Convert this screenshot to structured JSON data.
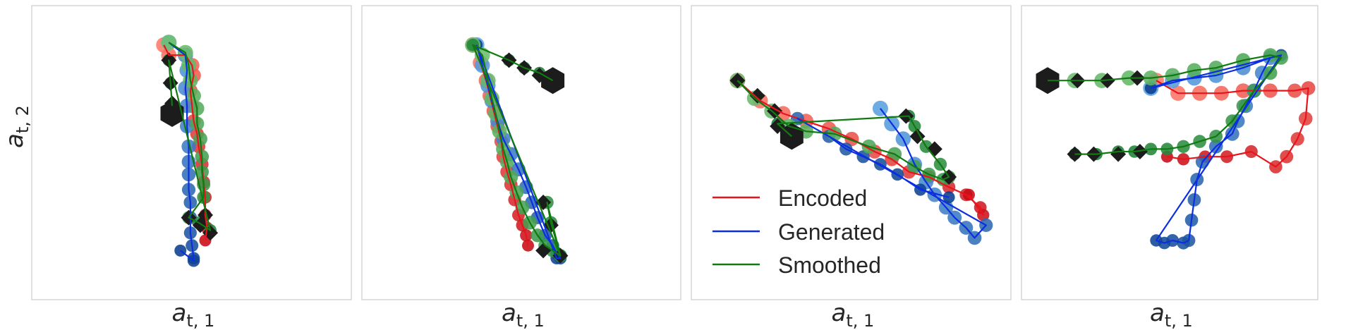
{
  "colors": {
    "Encoded": "#e8141c",
    "Generated": "#0b2fe0",
    "Smoothed": "#107a10",
    "encoded_dark": "#c80a14",
    "encoded_light": "#ff7a6a",
    "generated_dark": "#0a3d8f",
    "generated_light": "#5aa0e0",
    "smoothed_dark": "#127a2e",
    "smoothed_light": "#70c070",
    "marker": "#1c1c1c"
  },
  "axes": {
    "xlabel_main": "a",
    "xlabel_sub": "t, 1",
    "ylabel_main": "a",
    "ylabel_sub": "t, 2"
  },
  "legend": {
    "entries": [
      "Encoded",
      "Generated",
      "Smoothed"
    ],
    "panel": 3,
    "placement": "lower-left"
  },
  "chart_data": [
    {
      "type": "line",
      "panel": 1,
      "xlim": [
        0,
        1
      ],
      "ylim": [
        0,
        1
      ],
      "grid": false,
      "series": [
        {
          "name": "Encoded",
          "x": [
            0.35,
            0.38,
            0.48,
            0.52,
            0.53,
            0.51,
            0.52,
            0.53,
            0.55,
            0.56,
            0.58,
            0.59,
            0.6,
            0.6,
            0.61,
            0.6
          ],
          "y": [
            0.92,
            0.88,
            0.88,
            0.84,
            0.8,
            0.74,
            0.68,
            0.62,
            0.57,
            0.52,
            0.45,
            0.38,
            0.32,
            0.25,
            0.2,
            0.15
          ]
        },
        {
          "name": "Generated",
          "x": [
            0.38,
            0.48,
            0.49,
            0.48,
            0.49,
            0.49,
            0.5,
            0.5,
            0.5,
            0.5,
            0.51,
            0.51,
            0.51,
            0.52,
            0.53,
            0.53,
            0.45
          ],
          "y": [
            0.93,
            0.88,
            0.82,
            0.75,
            0.68,
            0.6,
            0.52,
            0.46,
            0.41,
            0.35,
            0.3,
            0.24,
            0.18,
            0.13,
            0.08,
            0.07,
            0.11
          ]
        },
        {
          "name": "Smoothed",
          "x": [
            0.38,
            0.48,
            0.5,
            0.51,
            0.53,
            0.55,
            0.55,
            0.57,
            0.58,
            0.58,
            0.59,
            0.59,
            0.5,
            0.56,
            0.63,
            0.38,
            0.39,
            0.4
          ],
          "y": [
            0.93,
            0.89,
            0.84,
            0.78,
            0.72,
            0.67,
            0.61,
            0.55,
            0.48,
            0.42,
            0.37,
            0.32,
            0.24,
            0.22,
            0.19,
            0.86,
            0.77,
            0.68
          ]
        }
      ],
      "markers": [
        {
          "x": 0.38,
          "y": 0.86
        },
        {
          "x": 0.39,
          "y": 0.77
        },
        {
          "x": 0.4,
          "y": 0.69
        },
        {
          "x": 0.5,
          "y": 0.24
        },
        {
          "x": 0.57,
          "y": 0.21
        },
        {
          "x": 0.6,
          "y": 0.25
        },
        {
          "x": 0.63,
          "y": 0.18
        }
      ],
      "end_marker": {
        "x": 0.4,
        "y": 0.65
      }
    },
    {
      "type": "line",
      "panel": 2,
      "xlim": [
        0,
        1
      ],
      "ylim": [
        0,
        1
      ],
      "grid": false,
      "series": [
        {
          "name": "Encoded",
          "x": [
            0.26,
            0.3,
            0.33,
            0.35,
            0.37,
            0.39,
            0.41,
            0.42,
            0.44,
            0.46,
            0.48,
            0.5,
            0.52,
            0.54,
            0.55
          ],
          "y": [
            0.92,
            0.85,
            0.78,
            0.72,
            0.66,
            0.6,
            0.54,
            0.48,
            0.42,
            0.37,
            0.31,
            0.25,
            0.21,
            0.17,
            0.13
          ]
        },
        {
          "name": "Generated",
          "x": [
            0.28,
            0.31,
            0.34,
            0.36,
            0.39,
            0.42,
            0.46,
            0.5,
            0.54,
            0.57,
            0.6,
            0.64,
            0.68,
            0.7,
            0.72,
            0.7,
            0.28
          ],
          "y": [
            0.92,
            0.84,
            0.76,
            0.7,
            0.62,
            0.55,
            0.49,
            0.43,
            0.36,
            0.3,
            0.24,
            0.17,
            0.13,
            0.1,
            0.08,
            0.08,
            0.92
          ]
        },
        {
          "name": "Smoothed",
          "x": [
            0.26,
            0.31,
            0.34,
            0.36,
            0.38,
            0.4,
            0.42,
            0.44,
            0.46,
            0.49,
            0.52,
            0.56,
            0.6,
            0.64,
            0.68,
            0.72,
            0.65,
            0.67,
            0.72,
            0.26,
            0.45,
            0.53,
            0.61,
            0.68
          ],
          "y": [
            0.92,
            0.88,
            0.78,
            0.71,
            0.65,
            0.58,
            0.51,
            0.46,
            0.4,
            0.34,
            0.28,
            0.22,
            0.17,
            0.13,
            0.11,
            0.09,
            0.3,
            0.22,
            0.09,
            0.92,
            0.86,
            0.83,
            0.81,
            0.78
          ]
        }
      ],
      "markers": [
        {
          "x": 0.45,
          "y": 0.86
        },
        {
          "x": 0.53,
          "y": 0.83
        },
        {
          "x": 0.61,
          "y": 0.8
        },
        {
          "x": 0.63,
          "y": 0.3
        },
        {
          "x": 0.67,
          "y": 0.21
        },
        {
          "x": 0.63,
          "y": 0.11
        },
        {
          "x": 0.72,
          "y": 0.09
        }
      ],
      "end_marker": {
        "x": 0.68,
        "y": 0.78
      }
    },
    {
      "type": "line",
      "panel": 3,
      "xlim": [
        0,
        1
      ],
      "ylim": [
        0,
        1
      ],
      "grid": false,
      "series": [
        {
          "name": "Encoded",
          "x": [
            0.08,
            0.16,
            0.24,
            0.32,
            0.4,
            0.48,
            0.56,
            0.62,
            0.68,
            0.75,
            0.82,
            0.88,
            0.93,
            0.94,
            0.89
          ],
          "y": [
            0.78,
            0.7,
            0.65,
            0.62,
            0.59,
            0.55,
            0.5,
            0.47,
            0.42,
            0.4,
            0.36,
            0.33,
            0.28,
            0.25,
            0.33
          ]
        },
        {
          "name": "Generated",
          "x": [
            0.58,
            0.62,
            0.66,
            0.7,
            0.74,
            0.77,
            0.81,
            0.84,
            0.88,
            0.91,
            0.95,
            0.29,
            0.4,
            0.46,
            0.52,
            0.58,
            0.64,
            0.72,
            0.82
          ],
          "y": [
            0.67,
            0.61,
            0.55,
            0.45,
            0.38,
            0.33,
            0.28,
            0.24,
            0.2,
            0.16,
            0.21,
            0.63,
            0.56,
            0.51,
            0.48,
            0.45,
            0.41,
            0.35,
            0.32
          ]
        },
        {
          "name": "Smoothed",
          "x": [
            0.08,
            0.14,
            0.2,
            0.26,
            0.32,
            0.42,
            0.54,
            0.63,
            0.7,
            0.75,
            0.8,
            0.82,
            0.79,
            0.74,
            0.7,
            0.68,
            0.22,
            0.27
          ],
          "y": [
            0.78,
            0.71,
            0.66,
            0.6,
            0.58,
            0.57,
            0.52,
            0.49,
            0.44,
            0.41,
            0.39,
            0.4,
            0.45,
            0.52,
            0.6,
            0.64,
            0.61,
            0.56
          ]
        }
      ],
      "markers": [
        {
          "x": 0.08,
          "y": 0.78
        },
        {
          "x": 0.15,
          "y": 0.72
        },
        {
          "x": 0.21,
          "y": 0.66
        },
        {
          "x": 0.22,
          "y": 0.6
        },
        {
          "x": 0.67,
          "y": 0.64
        },
        {
          "x": 0.71,
          "y": 0.56
        },
        {
          "x": 0.77,
          "y": 0.51
        },
        {
          "x": 0.82,
          "y": 0.4
        }
      ],
      "end_marker": {
        "x": 0.27,
        "y": 0.56
      }
    },
    {
      "type": "line",
      "panel": 4,
      "xlim": [
        0,
        1
      ],
      "ylim": [
        0,
        1
      ],
      "grid": false,
      "series": [
        {
          "name": "Encoded",
          "x": [
            0.4,
            0.48,
            0.56,
            0.64,
            0.72,
            0.82,
            0.91,
            0.96,
            0.95,
            0.92,
            0.88,
            0.84,
            0.75,
            0.66,
            0.58,
            0.5,
            0.44
          ],
          "y": [
            0.78,
            0.73,
            0.73,
            0.73,
            0.74,
            0.74,
            0.74,
            0.75,
            0.63,
            0.55,
            0.48,
            0.44,
            0.5,
            0.48,
            0.48,
            0.47,
            0.48
          ]
        },
        {
          "name": "Generated",
          "x": [
            0.38,
            0.46,
            0.54,
            0.62,
            0.72,
            0.82,
            0.79,
            0.76,
            0.73,
            0.7,
            0.68,
            0.62,
            0.57,
            0.55,
            0.54,
            0.53,
            0.52,
            0.5,
            0.46,
            0.43,
            0.4,
            0.86,
            0.38
          ],
          "y": [
            0.75,
            0.78,
            0.79,
            0.8,
            0.83,
            0.87,
            0.81,
            0.74,
            0.68,
            0.62,
            0.57,
            0.52,
            0.46,
            0.39,
            0.31,
            0.23,
            0.15,
            0.14,
            0.15,
            0.14,
            0.15,
            0.88,
            0.75
          ]
        },
        {
          "name": "Smoothed",
          "x": [
            0.0,
            0.1,
            0.2,
            0.3,
            0.38,
            0.46,
            0.54,
            0.62,
            0.72,
            0.82,
            0.86,
            0.82,
            0.76,
            0.72,
            0.68,
            0.62,
            0.56,
            0.5,
            0.44,
            0.38,
            0.32,
            0.26,
            0.18,
            0.1
          ],
          "y": [
            0.78,
            0.78,
            0.78,
            0.79,
            0.79,
            0.8,
            0.82,
            0.83,
            0.86,
            0.88,
            0.87,
            0.81,
            0.74,
            0.68,
            0.62,
            0.56,
            0.54,
            0.52,
            0.51,
            0.51,
            0.5,
            0.5,
            0.49,
            0.49
          ]
        }
      ],
      "markers": [
        {
          "x": 0.11,
          "y": 0.78
        },
        {
          "x": 0.22,
          "y": 0.78
        },
        {
          "x": 0.33,
          "y": 0.79
        },
        {
          "x": 0.26,
          "y": 0.49
        },
        {
          "x": 0.34,
          "y": 0.5
        },
        {
          "x": 0.17,
          "y": 0.49
        },
        {
          "x": 0.1,
          "y": 0.49
        }
      ],
      "end_marker": {
        "x": 0.0,
        "y": 0.78
      }
    }
  ]
}
